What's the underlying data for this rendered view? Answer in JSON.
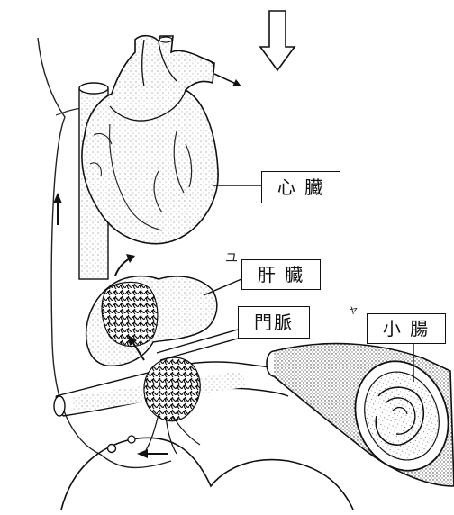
{
  "labels": {
    "heart": "心 臓",
    "liver": "肝 臓",
    "portal_vein": "門脈",
    "small_intestine": "小 腸"
  },
  "stray_marks": {
    "near_liver": "ユ",
    "near_intestine": "ャ"
  }
}
